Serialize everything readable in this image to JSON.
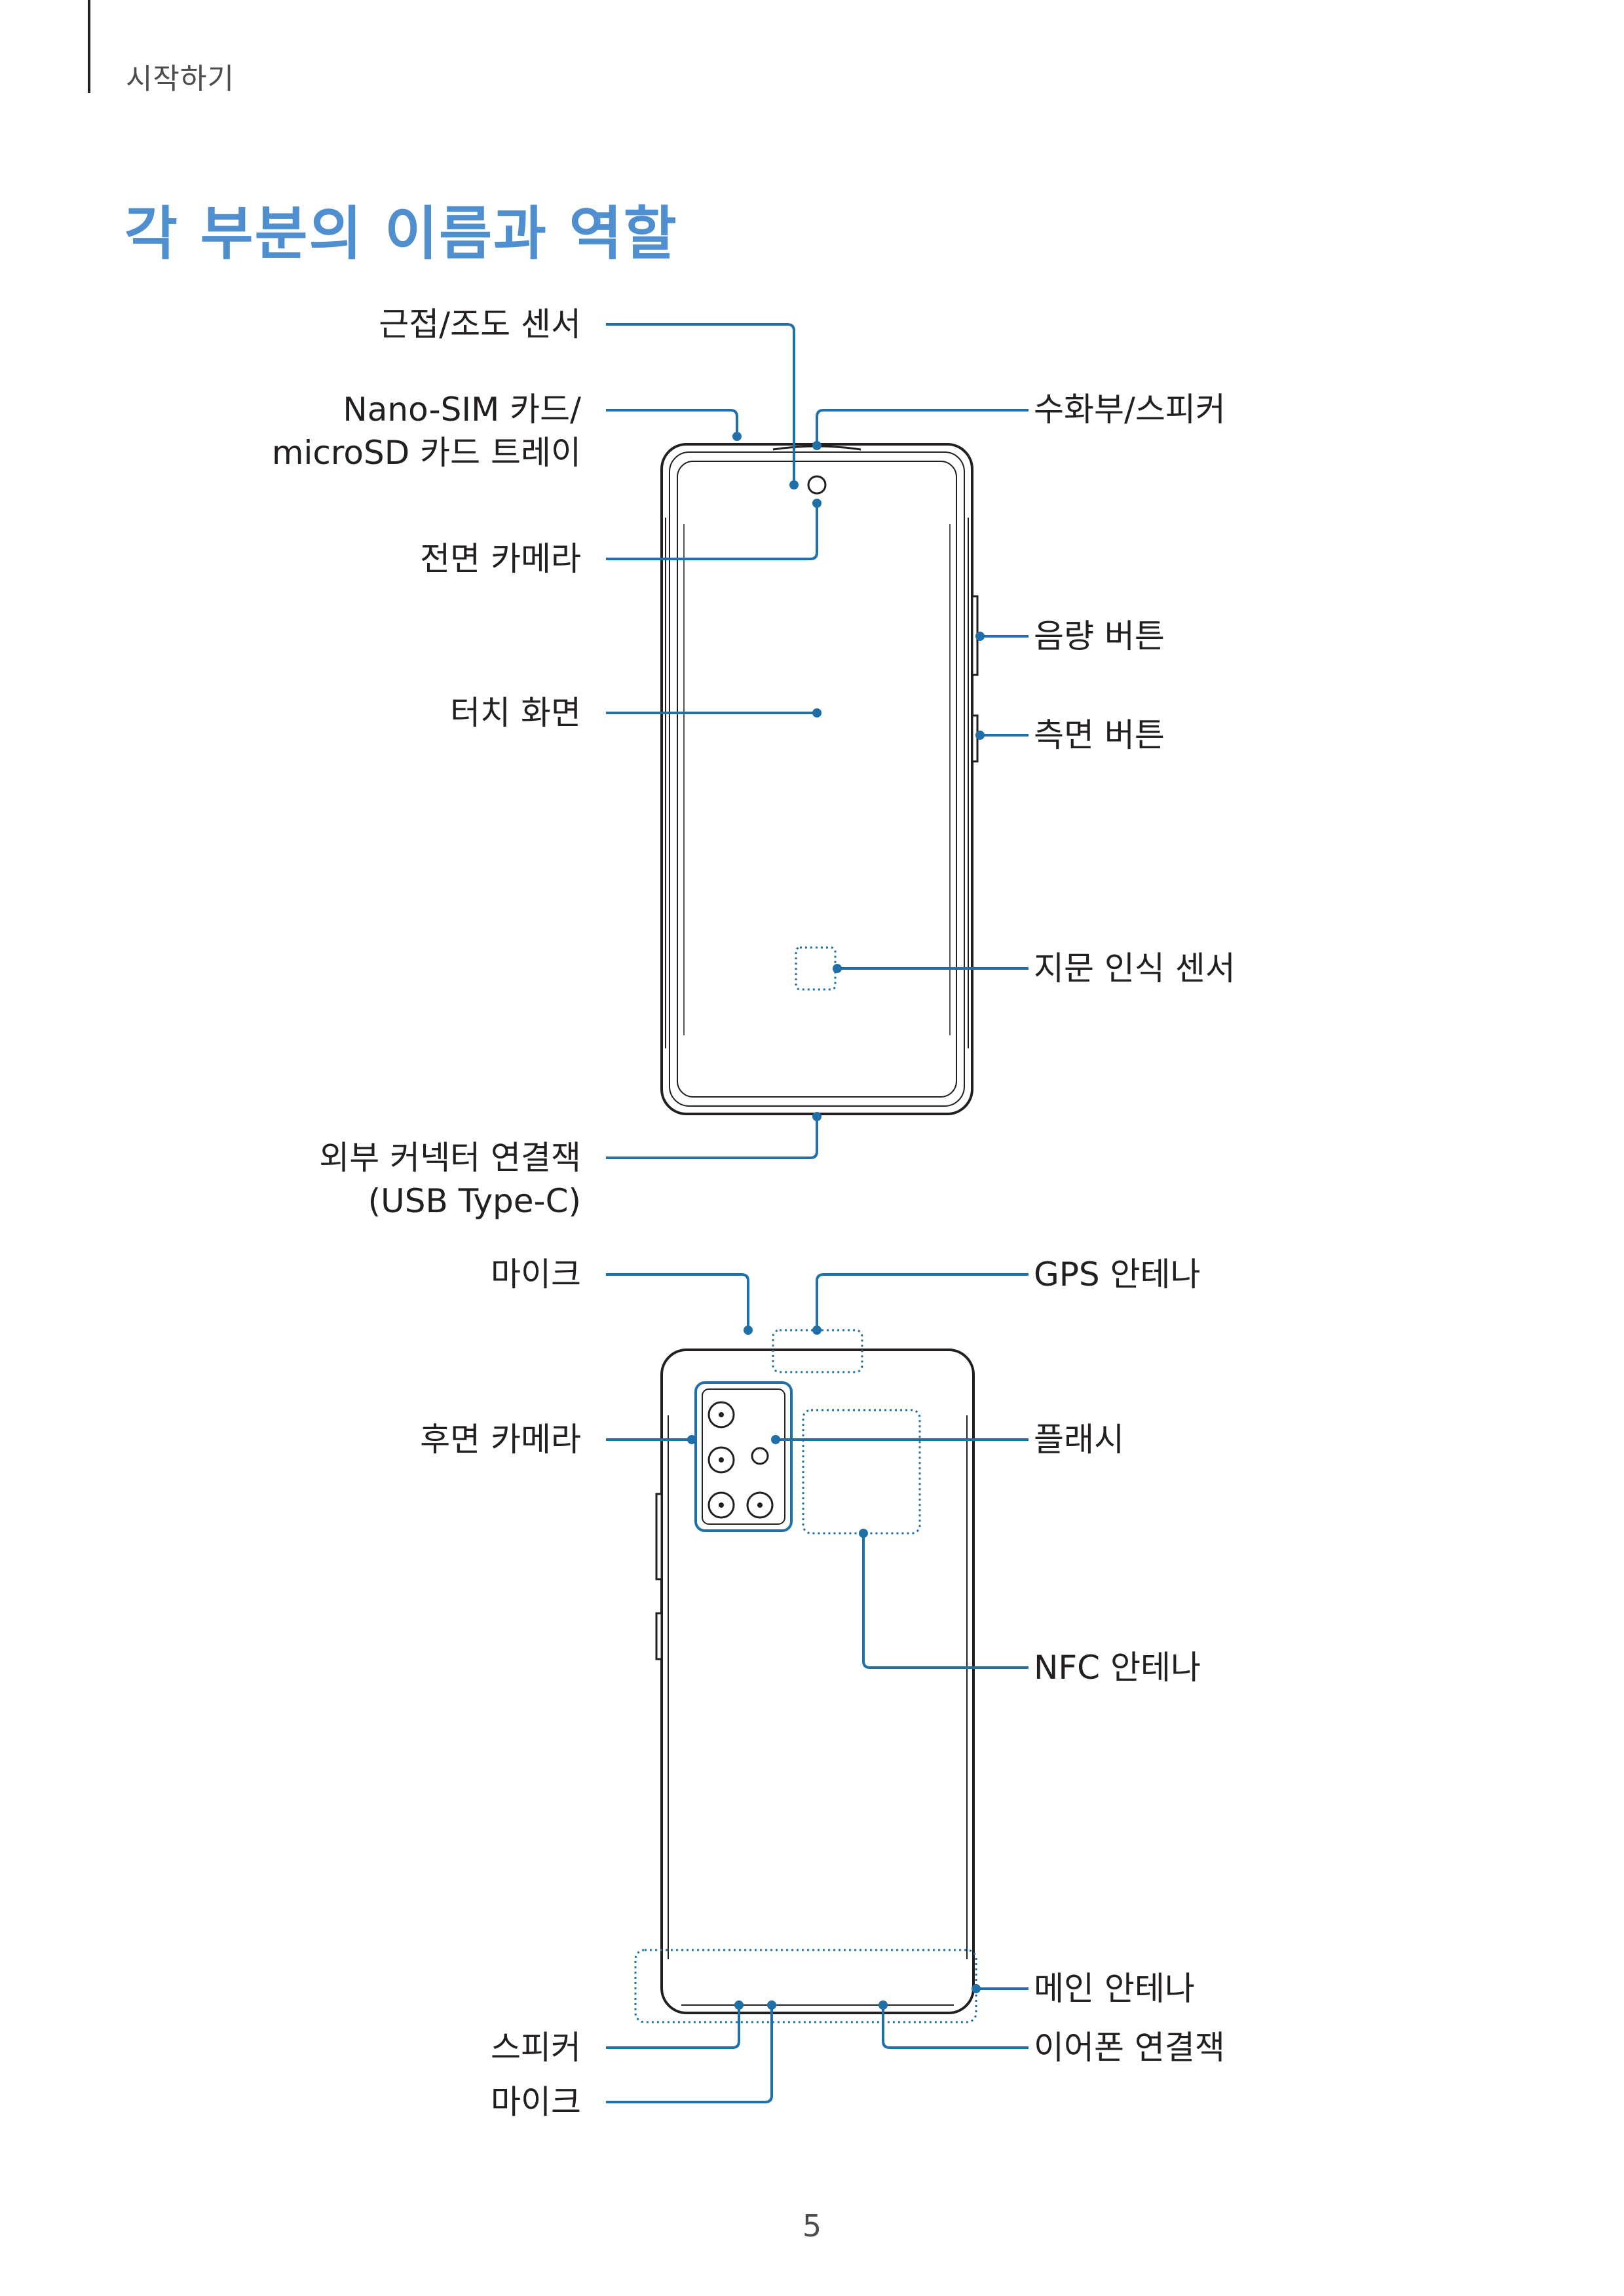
{
  "header": {
    "section_title": "시작하기"
  },
  "page_title": "각 부분의 이름과 역할",
  "front_labels": {
    "proximity_light_sensor": "근접/조도 센서",
    "sim_tray_line1": "Nano-SIM 카드/",
    "sim_tray_line2": "microSD 카드 트레이",
    "receiver_speaker": "수화부/스피커",
    "front_camera": "전면 카메라",
    "volume_button": "음량 버튼",
    "touch_screen": "터치 화면",
    "side_button": "측면 버튼",
    "fingerprint_sensor": "지문 인식 센서",
    "connector_line1": "외부 커넥터 연결잭",
    "connector_line2": "(USB Type-C)"
  },
  "back_labels": {
    "mic_top": "마이크",
    "gps_antenna": "GPS 안테나",
    "rear_camera": "후면 카메라",
    "flash": "플래시",
    "nfc_antenna": "NFC 안테나",
    "main_antenna": "메인 안테나",
    "speaker": "스피커",
    "earphone_jack": "이어폰 연결잭",
    "mic_bottom": "마이크"
  },
  "page_number": "5",
  "colors": {
    "accent": "#4f8fd0",
    "callout": "#1f6fa8",
    "outline": "#231f20"
  }
}
